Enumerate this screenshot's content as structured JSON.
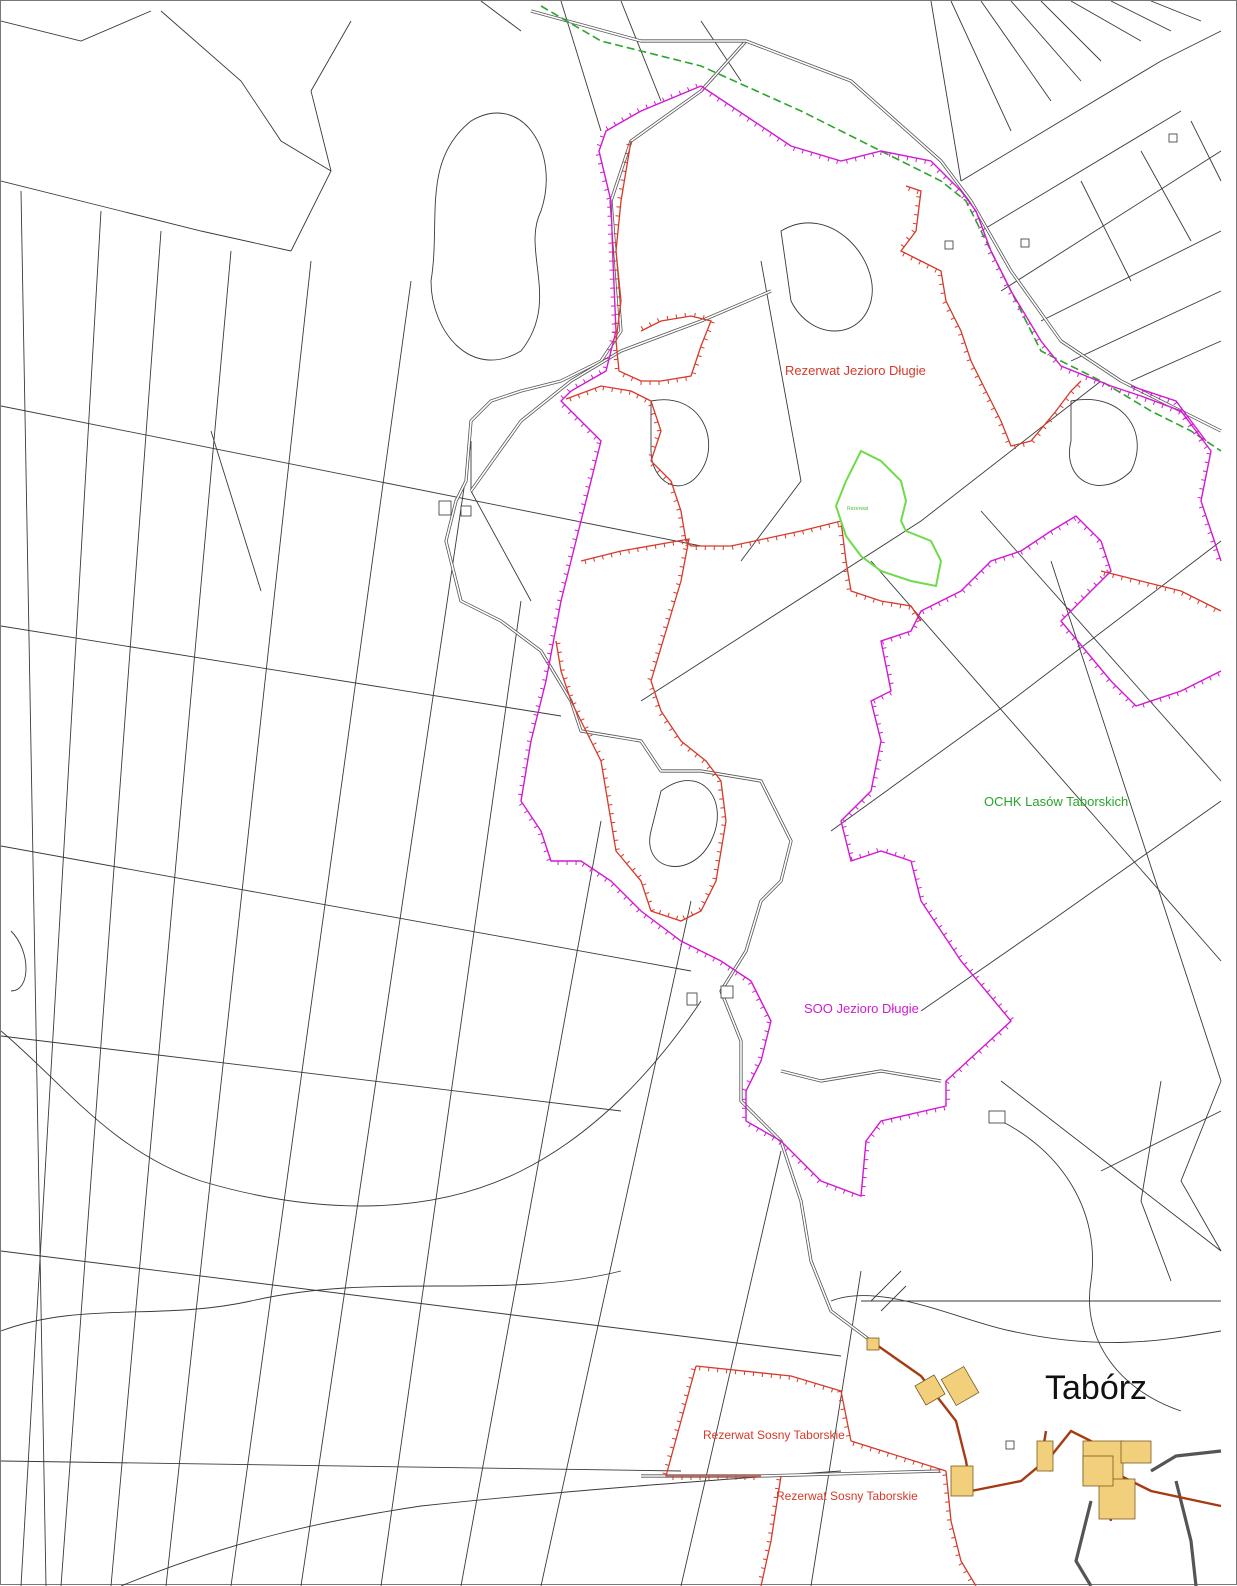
{
  "map": {
    "labels": {
      "rezerwat_jezioro": "Rezerwat Jezioro Długie",
      "rezerwat_small": "Rezerwat",
      "ochk": "OCHK Lasów Taborskich",
      "soo": "SOO Jezioro Długie",
      "rezerwat_sosny_1": "Rezerwat Sosny Taborskie",
      "rezerwat_sosny_2": "Rezerwat Sosny Taborskie",
      "town": "Tabórz"
    },
    "colors": {
      "rezerwat": "#d63a2a",
      "soo": "#d11ad1",
      "ochk": "#2aa52a",
      "small_rezerwat": "#6edc4a",
      "main_road": "#a63a10",
      "buildings": "#f2cf7a",
      "parcel_lines": "#3a3a3a"
    }
  }
}
